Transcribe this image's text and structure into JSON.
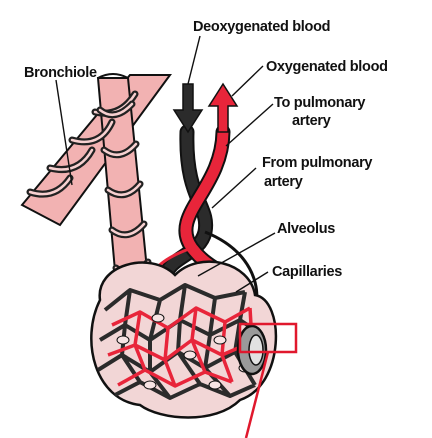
{
  "labels": {
    "deoxygenated_blood": "Deoxygenated blood",
    "bronchiole": "Bronchiole",
    "oxygenated_blood": "Oxygenated blood",
    "to_pulmonary_artery_1": "To pulmonary",
    "to_pulmonary_artery_2": "artery",
    "from_pulmonary_artery_1": "From pulmonary",
    "from_pulmonary_artery_2": "artery",
    "alveolus": "Alveolus",
    "capillaries": "Capillaries"
  },
  "colors": {
    "oxygenated": "#e8253a",
    "deoxygenated": "#2b2b2b",
    "tissue": "#f2b2b2",
    "highlight_box": "#e0182d"
  }
}
